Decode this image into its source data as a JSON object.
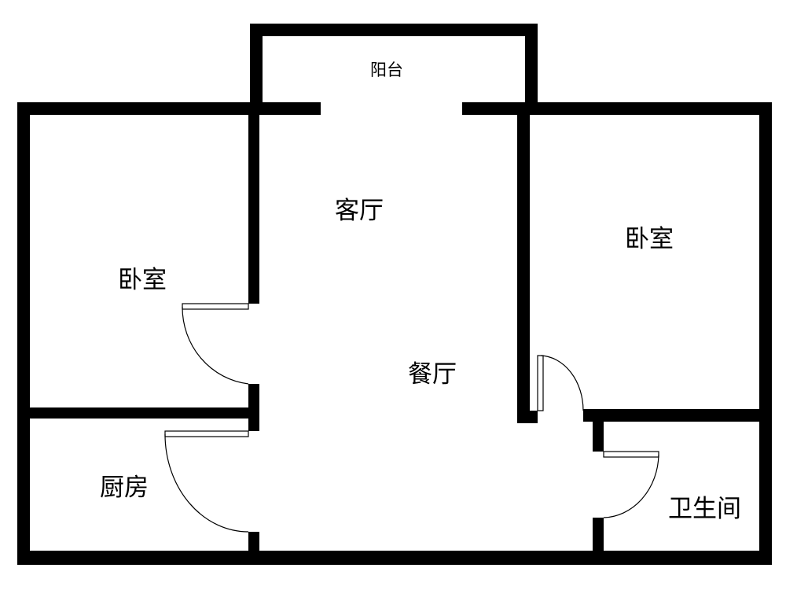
{
  "floor_plan": {
    "rooms": {
      "balcony": "阳台",
      "living_room": "客厅",
      "dining_room": "餐厅",
      "bedroom_left": "卧室",
      "bedroom_right": "卧室",
      "kitchen": "厨房",
      "bathroom": "卫生间"
    },
    "colors": {
      "wall": "#000000",
      "background": "#ffffff"
    }
  }
}
